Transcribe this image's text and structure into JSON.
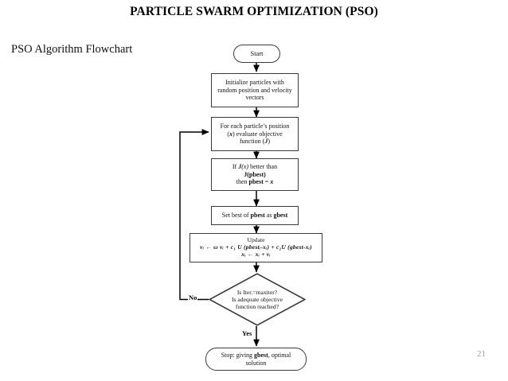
{
  "slide": {
    "title": "PARTICLE SWARM OPTIMIZATION (PSO)",
    "subtitle": "PSO Algorithm Flowchart",
    "page_number": "21"
  },
  "colors": {
    "background": "#ffffff",
    "node_border": "#3a3a3a",
    "text": "#111111",
    "page_number": "#9a9a9a",
    "connector": "#000000"
  },
  "chart_data": {
    "type": "diagram",
    "diagram_kind": "flowchart",
    "title": "PSO Algorithm Flowchart",
    "orientation": "top-to-bottom",
    "nodes": [
      {
        "id": "start",
        "shape": "terminal",
        "label": "Start"
      },
      {
        "id": "init",
        "shape": "process",
        "label": "Initialize particles with random position and velocity vectors",
        "lines": [
          "Initialize particles with",
          "random position and velocity",
          "vectors"
        ]
      },
      {
        "id": "evaluate",
        "shape": "process",
        "label": "For each particle's position (x) evaluate objective function (J)",
        "lines": [
          "For each particle’s position",
          "(x) evaluate objective",
          "function (J)"
        ]
      },
      {
        "id": "pbest",
        "shape": "process",
        "label": "If J(x) better than J(pbest) then pbest = x",
        "lines": [
          "If J(x) better than",
          "J(pbest)",
          "then pbest = x"
        ]
      },
      {
        "id": "gbest",
        "shape": "process",
        "label": "Set best of pbest as gbest",
        "lines": [
          "Set best of pbest as gbest"
        ]
      },
      {
        "id": "update",
        "shape": "process",
        "label": "Update",
        "lines": [
          "Update",
          "vᵢ ← ω vᵢ + c₁ U (pbestᵢ-xᵢ) + c₂U (gbest-xᵢ)",
          "xᵢ ← xᵢ + vᵢ"
        ]
      },
      {
        "id": "decision",
        "shape": "decision",
        "label": "Is Iter.=maxiter? Is adequate objective function reached?",
        "lines": [
          "Is Iter.=maxiter?",
          "Is adequate objective",
          "function reached?"
        ]
      },
      {
        "id": "stop",
        "shape": "terminal",
        "label": "Stop: giving gbest, optimal solution",
        "lines": [
          "Stop: giving gbest, optimal",
          "solution"
        ]
      }
    ],
    "edges": [
      {
        "from": "start",
        "to": "init",
        "label": ""
      },
      {
        "from": "init",
        "to": "evaluate",
        "label": ""
      },
      {
        "from": "evaluate",
        "to": "pbest",
        "label": ""
      },
      {
        "from": "pbest",
        "to": "gbest",
        "label": ""
      },
      {
        "from": "gbest",
        "to": "update",
        "label": ""
      },
      {
        "from": "update",
        "to": "decision",
        "label": ""
      },
      {
        "from": "decision",
        "to": "evaluate",
        "label": "No"
      },
      {
        "from": "decision",
        "to": "stop",
        "label": "Yes"
      }
    ],
    "edge_labels": {
      "no": "No",
      "yes": "Yes"
    }
  },
  "nodes": {
    "start": {
      "text": "Start"
    },
    "init": {
      "line1": "Initialize particles with",
      "line2": "random position and velocity",
      "line3": "vectors"
    },
    "evaluate": {
      "line1": "For each particle’s position",
      "line2_pre": "(",
      "line2_var": "x",
      "line2_post": ") evaluate objective",
      "line3_pre": "function (",
      "line3_var": "J",
      "line3_post": ")"
    },
    "pbest": {
      "l1_pre": "If ",
      "l1_j": "J",
      "l1_x": "(x)",
      "l1_post": " better than",
      "l2": "J(pbest)",
      "l3_pre": "then ",
      "l3_b": "pbest",
      "l3_mid": " = ",
      "l3_i": "x"
    },
    "gbest": {
      "pre": "Set best of ",
      "b1": "pbest",
      "mid": " as ",
      "b2": "gbest"
    },
    "update": {
      "title": "Update",
      "formula1": "vᵢ ← ω vᵢ + c₁ U (pbestᵢ-xᵢ) + c₂U (gbest-xᵢ)",
      "formula2": "xᵢ ← xᵢ + vᵢ"
    },
    "decision": {
      "line1": "Is Iter.=maxiter?",
      "line2": "Is adequate objective",
      "line3": "function reached?"
    },
    "stop": {
      "pre": "Stop: giving ",
      "bold": "gbest",
      "post": ", optimal",
      "line2": "solution"
    }
  },
  "labels": {
    "no": "No",
    "yes": "Yes"
  }
}
